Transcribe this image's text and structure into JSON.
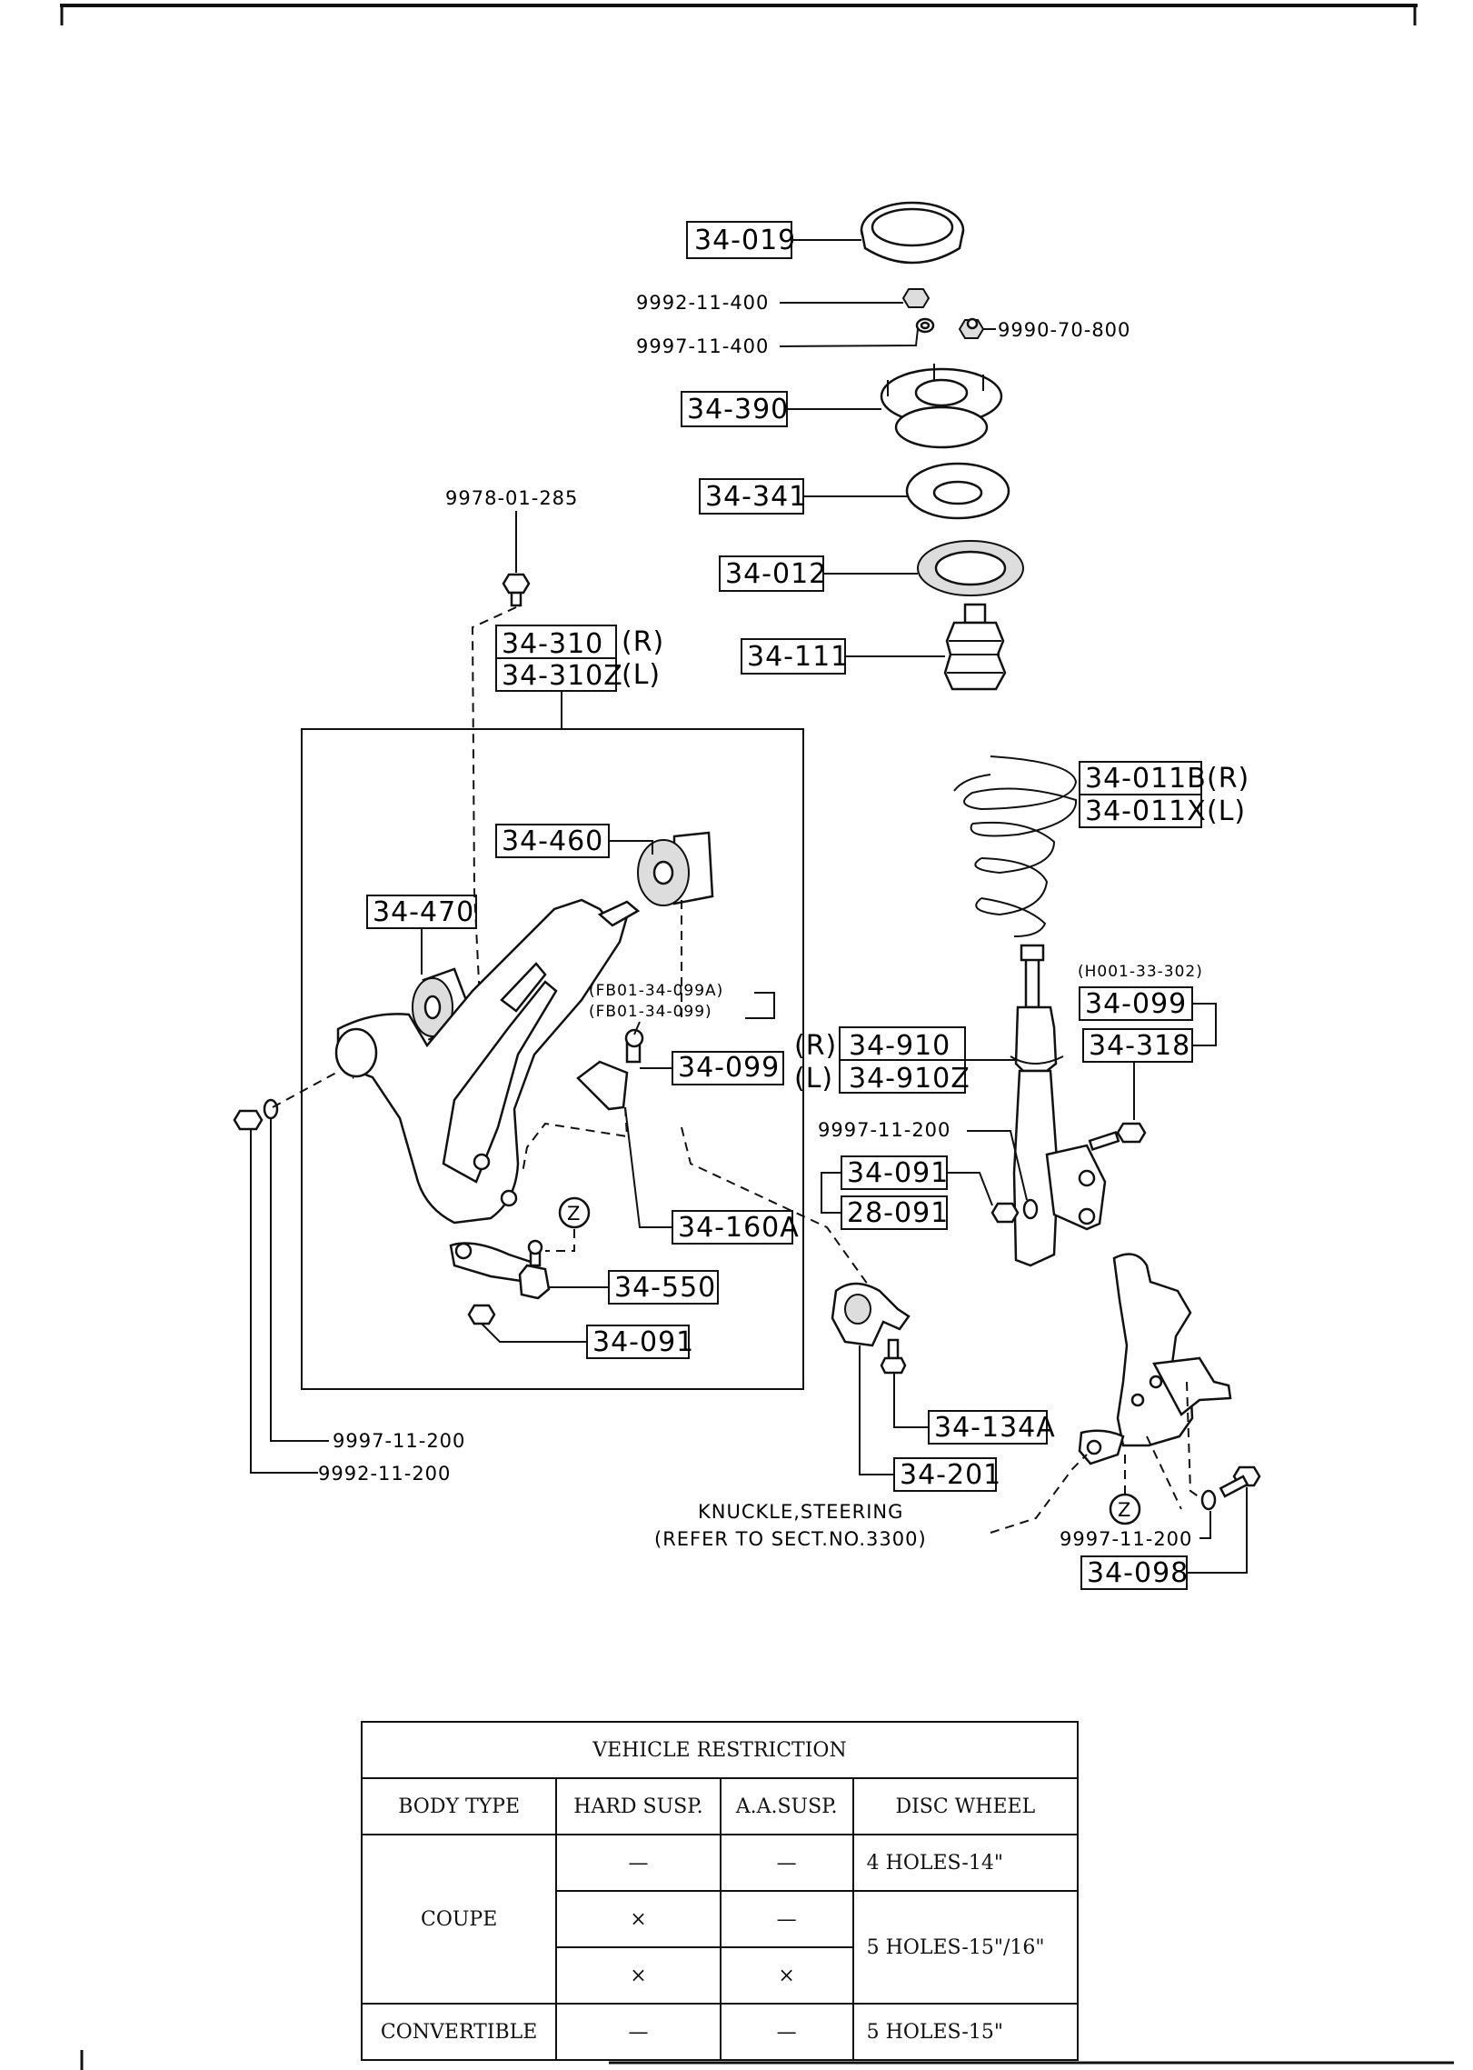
{
  "parts": {
    "p34_019": "34-019",
    "p9992_11_400": "9992-11-400",
    "p9997_11_400": "9997-11-400",
    "p9990_70_800": "9990-70-800",
    "p34_390": "34-390",
    "p34_341": "34-341",
    "p9978_01_285": "9978-01-285",
    "p34_012": "34-012",
    "p34_111": "34-111",
    "p34_310": "34-310",
    "p34_310z": "34-310Z",
    "p34_011b": "34-011B",
    "p34_011x": "34-011X",
    "p34_460": "34-460",
    "p34_470": "34-470",
    "pH001_33_302": "(H001-33-302)",
    "p34_099a": "34-099",
    "p34_318": "34-318",
    "pFB01_099A": "(FB01-34-099A)",
    "pFB01_099": "(FB01-34-099)",
    "p34_099b": "34-099",
    "p34_910": "34-910",
    "p34_910z": "34-910Z",
    "p9997_11_200a": "9997-11-200",
    "p34_091a": "34-091",
    "p28_091": "28-091",
    "p34_160a": "34-160A",
    "p34_550": "34-550",
    "p34_091b": "34-091",
    "p34_134a": "34-134A",
    "p34_201": "34-201",
    "p9997_11_200b": "9997-11-200",
    "p9992_11_200": "9992-11-200",
    "knuckle1": "KNUCKLE,STEERING",
    "knuckle2": "(REFER TO SECT.NO.3300)",
    "p9997_11_200c": "9997-11-200",
    "p34_098": "34-098",
    "R": "(R)",
    "L": "(L)",
    "Z": "Z"
  },
  "table": {
    "title": "VEHICLE  RESTRICTION",
    "headers": [
      "BODY TYPE",
      "HARD SUSP.",
      "A.A.SUSP.",
      "DISC WHEEL"
    ],
    "coupe": "COUPE",
    "convertible": "CONVERTIBLE",
    "rows": [
      {
        "hard": "—",
        "aa": "—",
        "wheel": "4 HOLES-14\""
      },
      {
        "hard": "×",
        "aa": "—",
        "wheel": "5 HOLES-15\"/16\""
      },
      {
        "hard": "×",
        "aa": "×"
      },
      {
        "hard": "—",
        "aa": "—",
        "wheel": "5 HOLES-15\""
      }
    ]
  }
}
